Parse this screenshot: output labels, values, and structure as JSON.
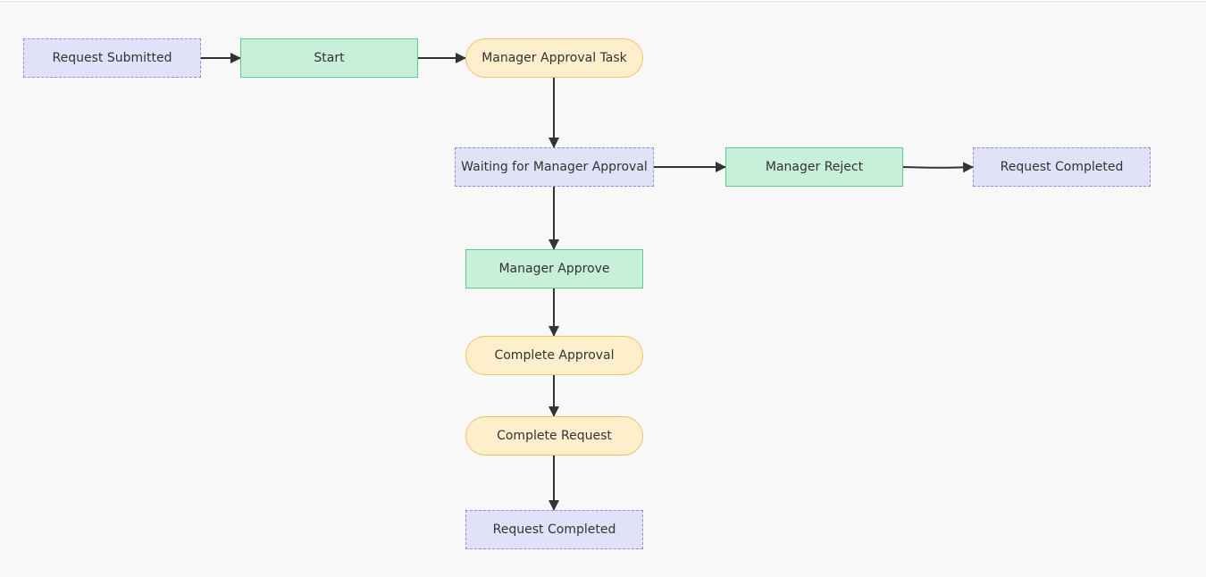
{
  "diagram": {
    "nodes": {
      "request_submitted": {
        "label": "Request Submitted",
        "kind": "state"
      },
      "start": {
        "label": "Start",
        "kind": "action"
      },
      "manager_approval_task": {
        "label": "Manager Approval Task",
        "kind": "task"
      },
      "waiting_for_manager_approval": {
        "label": "Waiting for Manager Approval",
        "kind": "state"
      },
      "manager_reject": {
        "label": "Manager Reject",
        "kind": "action"
      },
      "request_completed_reject": {
        "label": "Request Completed",
        "kind": "state"
      },
      "manager_approve": {
        "label": "Manager Approve",
        "kind": "action"
      },
      "complete_approval": {
        "label": "Complete Approval",
        "kind": "task"
      },
      "complete_request": {
        "label": "Complete Request",
        "kind": "task"
      },
      "request_completed_approve": {
        "label": "Request Completed",
        "kind": "state"
      }
    },
    "edges": [
      {
        "from": "request_submitted",
        "to": "start"
      },
      {
        "from": "start",
        "to": "manager_approval_task"
      },
      {
        "from": "manager_approval_task",
        "to": "waiting_for_manager_approval"
      },
      {
        "from": "waiting_for_manager_approval",
        "to": "manager_reject"
      },
      {
        "from": "manager_reject",
        "to": "request_completed_reject"
      },
      {
        "from": "waiting_for_manager_approval",
        "to": "manager_approve"
      },
      {
        "from": "manager_approve",
        "to": "complete_approval"
      },
      {
        "from": "complete_approval",
        "to": "complete_request"
      },
      {
        "from": "complete_request",
        "to": "request_completed_approve"
      }
    ],
    "colors": {
      "state_fill": "#e1e2f7",
      "state_border": "#8b8fe0",
      "action_fill": "#c7efd9",
      "action_border": "#54d38a",
      "task_fill": "#fdefcb",
      "task_border": "#f5c060",
      "edge": "#333333",
      "background": "#f8f8f8"
    }
  }
}
